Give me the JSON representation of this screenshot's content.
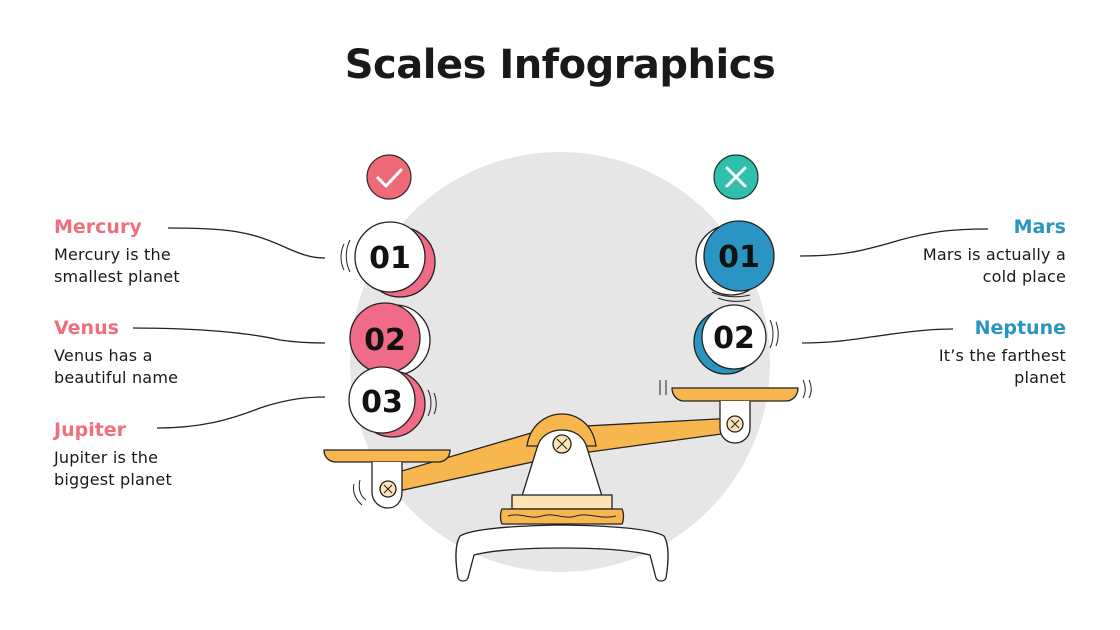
{
  "title": "Scales Infographics",
  "colors": {
    "pink": "#ef6f7a",
    "coin_pink": "#f06b86",
    "blue": "#2a95c3",
    "teal": "#2fbfaa",
    "gold": "#f8b64e",
    "circle_bg": "#e6e6e6"
  },
  "left": {
    "badge_icon": "check-icon",
    "items": [
      {
        "name": "Mercury",
        "desc": "Mercury is the smallest planet",
        "number": "01"
      },
      {
        "name": "Venus",
        "desc": "Venus has a beautiful name",
        "number": "02"
      },
      {
        "name": "Jupiter",
        "desc": "Jupiter is the biggest planet",
        "number": "03"
      }
    ]
  },
  "right": {
    "badge_icon": "x-icon",
    "items": [
      {
        "name": "Mars",
        "desc": "Mars is actually a cold place",
        "number": "01"
      },
      {
        "name": "Neptune",
        "desc": "It’s the farthest planet",
        "number": "02"
      }
    ]
  }
}
